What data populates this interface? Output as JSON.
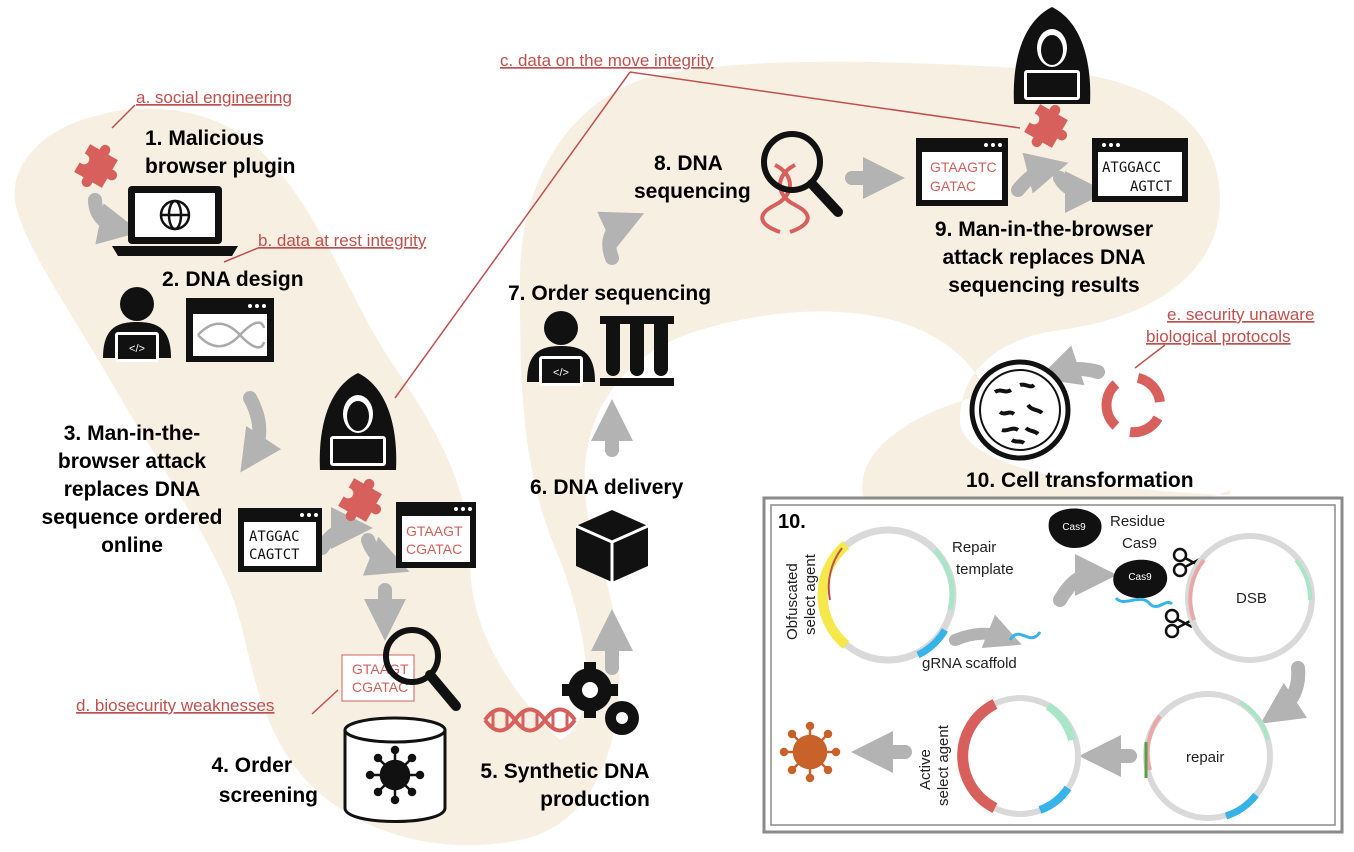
{
  "steps": {
    "s1_l1": "1. Malicious",
    "s1_l2": "browser plugin",
    "s2": "2. DNA design",
    "s3_l1": "3. Man-in-the-",
    "s3_l2": "browser attack",
    "s3_l3": "replaces DNA",
    "s3_l4": "sequence ordered",
    "s3_l5": "online",
    "s4_l1": "4. Order",
    "s4_l2": "screening",
    "s5_l1": "5. Synthetic DNA",
    "s5_l2": "production",
    "s6": "6. DNA delivery",
    "s7": "7. Order sequencing",
    "s8_l1": "8. DNA",
    "s8_l2": "sequencing",
    "s9_l1": "9. Man-in-the-browser",
    "s9_l2": "attack replaces DNA",
    "s9_l3": "sequencing results",
    "s10": "10. Cell transformation"
  },
  "risks": {
    "a": "a. social engineering",
    "b": "b. data at rest integrity",
    "c": "c. data on the move integrity",
    "d": "d. biosecurity weaknesses",
    "e1": "e. security unaware",
    "e2": "biological protocols"
  },
  "sequences": {
    "order_original_l1": "ATGGAC",
    "order_original_l2": "CAGTCT",
    "order_tampered_l1": "GTAAGT",
    "order_tampered_l2": "CGATAC",
    "screen_l1": "GTAAGT",
    "screen_l2": "CGATAC",
    "seqres_true_l1": "GTAAGTC",
    "seqres_true_l2": "GATAC",
    "seqres_fake_l1": "ATGGACC",
    "seqres_fake_l2": "AGTCT"
  },
  "inset": {
    "number": "10.",
    "obfuscated_l1": "Obfuscated",
    "obfuscated_l2": "select agent",
    "repair_template_l1": "Repair",
    "repair_template_l2": "template",
    "residue_l1": "Residue",
    "residue_l2": "Cas9",
    "cas9_a": "Cas9",
    "cas9_b": "Cas9",
    "dsb": "DSB",
    "grna": "gRNA scaffold",
    "repair": "repair",
    "active_l1": "Active",
    "active_l2": "select agent"
  },
  "icons": [
    "puzzle-icon",
    "laptop-icon",
    "globe-icon",
    "developer-icon",
    "browser-window-icon",
    "hacker-icon",
    "magnifier-icon",
    "database-icon",
    "virus-icon",
    "dna-icon",
    "gears-icon",
    "package-icon",
    "test-tubes-icon",
    "petri-dish-icon",
    "plasmid-icon",
    "scissors-icon"
  ],
  "colors": {
    "path_fill": "#f7efe2",
    "risk_red": "#c0504d",
    "dna_red": "#d0605c",
    "arrow_gray": "#b3b3b3",
    "icon_dark": "#111111",
    "yellow": "#f5e84a",
    "cyan": "#36b3e8",
    "mint": "#a9e6c8",
    "virus_orange": "#c8622a"
  }
}
